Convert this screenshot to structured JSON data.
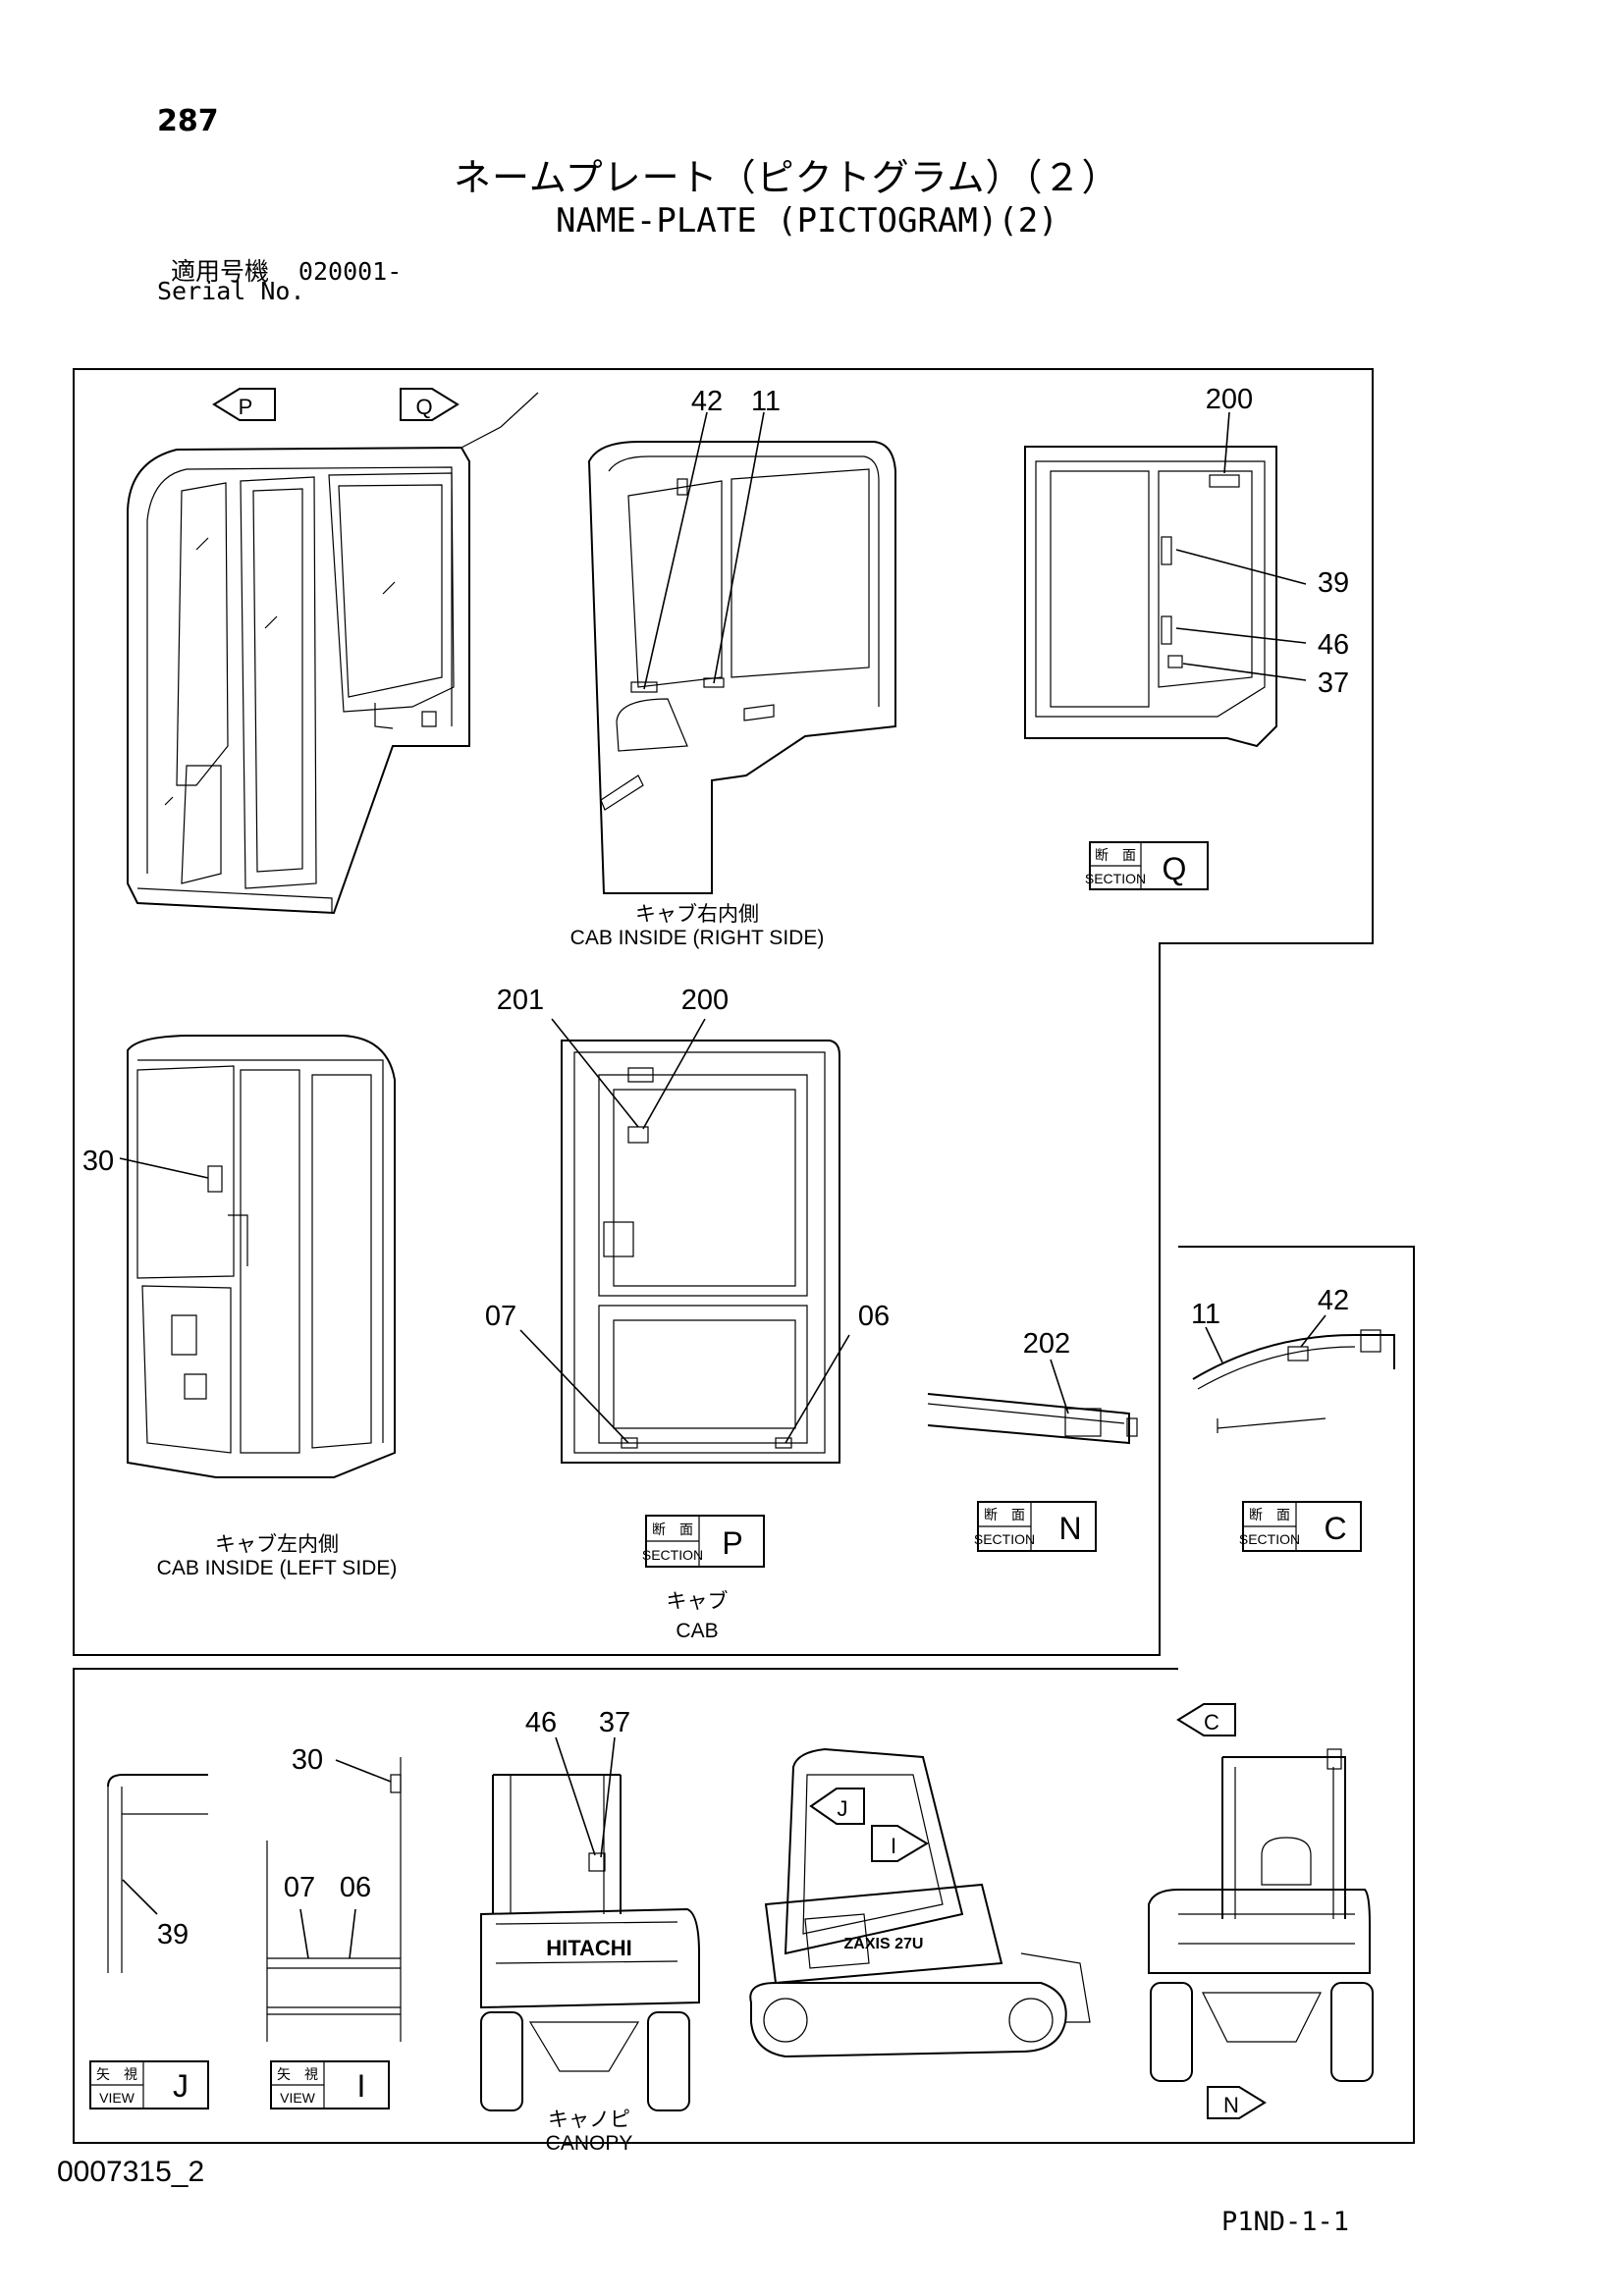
{
  "header": {
    "page_number": "287",
    "title_jp": "ネームプレート（ピクトグラム）（２）",
    "title_en": "NAME-PLATE (PICTOGRAM)(2)",
    "serial_label_jp": "適用号機",
    "serial_value": "020001-",
    "serial_label_en": "Serial No."
  },
  "view_markers": {
    "p": "P",
    "q": "Q",
    "c": "C",
    "j": "J",
    "i": "I",
    "n": "N"
  },
  "callouts": {
    "c42_top": "42",
    "c11_top": "11",
    "c200_top": "200",
    "c39_right": "39",
    "c46_right": "46",
    "c37_right": "37",
    "c201": "201",
    "c200_mid": "200",
    "c30_left": "30",
    "c07_mid": "07",
    "c06_mid": "06",
    "c202": "202",
    "c11_detail": "11",
    "c42_detail": "42",
    "c30_bottom": "30",
    "c07_bottom": "07",
    "c06_bottom": "06",
    "c39_bottom": "39",
    "c46_bottom": "46",
    "c37_bottom": "37"
  },
  "captions": {
    "cab_right_jp": "キャブ右内側",
    "cab_right_en": "CAB INSIDE (RIGHT SIDE)",
    "cab_left_jp": "キャブ左内側",
    "cab_left_en": "CAB INSIDE (LEFT SIDE)",
    "cab_jp": "キャブ",
    "cab_en": "CAB",
    "canopy_jp": "キャノピ",
    "canopy_en": "CANOPY"
  },
  "section_boxes": {
    "label_jp": "断　面",
    "label_en": "SECTION",
    "q": "Q",
    "p": "P",
    "n": "N",
    "c": "C"
  },
  "view_boxes": {
    "label_jp": "矢　視",
    "label_en": "VIEW",
    "j": "J",
    "i": "I"
  },
  "machine_marks": {
    "brand": "HITACHI",
    "model": "ZAXIS 27U"
  },
  "footer": {
    "drawing_number": "0007315_2",
    "page_code": "P1ND-1-1"
  }
}
